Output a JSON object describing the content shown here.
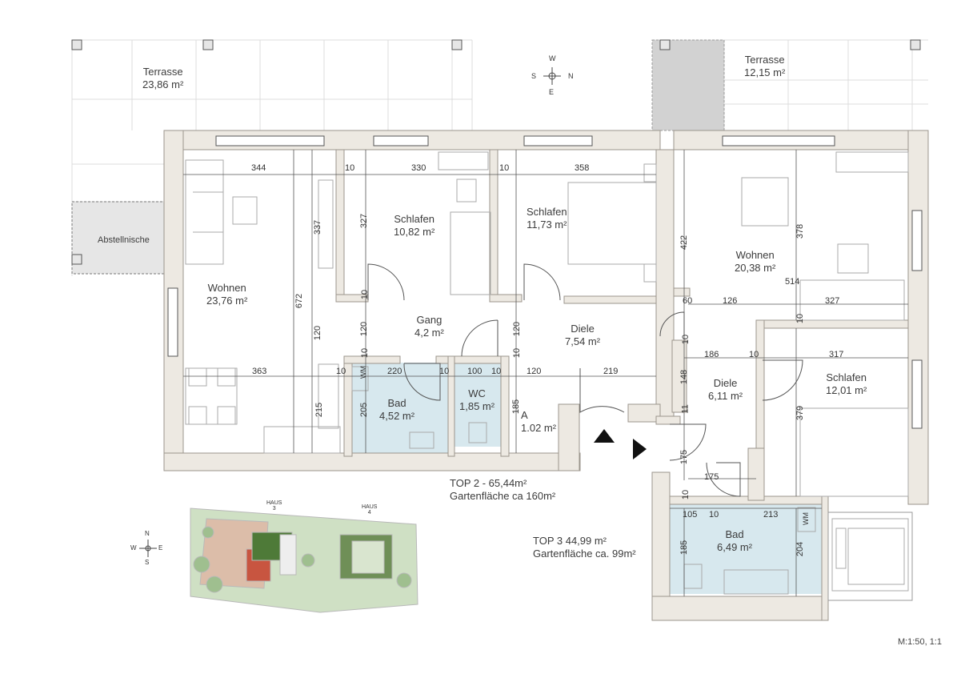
{
  "rooms": {
    "terrasse_left": {
      "name": "Terrasse",
      "area": "23,86 m²"
    },
    "terrasse_right": {
      "name": "Terrasse",
      "area": "12,15 m²"
    },
    "abstell": {
      "name": "Abstellnische"
    },
    "wohnen_left": {
      "name": "Wohnen",
      "area": "23,76 m²"
    },
    "schlafen_1": {
      "name": "Schlafen",
      "area": "10,82 m²"
    },
    "schlafen_2": {
      "name": "Schlafen",
      "area": "11,73 m²"
    },
    "wohnen_right": {
      "name": "Wohnen",
      "area": "20,38 m²"
    },
    "gang": {
      "name": "Gang",
      "area": "4,2 m²"
    },
    "diele_left": {
      "name": "Diele",
      "area": "7,54 m²"
    },
    "bad_left": {
      "name": "Bad",
      "area": "4,52 m²"
    },
    "wc": {
      "name": "WC",
      "area": "1,85 m²"
    },
    "a": {
      "name": "A",
      "area": "1.02 m²"
    },
    "diele_right": {
      "name": "Diele",
      "area": "6,11 m²"
    },
    "schlafen_right": {
      "name": "Schlafen",
      "area": "12,01 m²"
    },
    "bad_right": {
      "name": "Bad",
      "area": "6,49 m²"
    }
  },
  "dimensions": {
    "d344": "344",
    "d10a": "10",
    "d330": "330",
    "d10b": "10",
    "d358": "358",
    "d337": "337",
    "d327v": "327",
    "d672": "672",
    "d120a": "120",
    "d10c": "10",
    "d120b": "120",
    "d10d": "10",
    "d120c": "120",
    "d10e": "10",
    "d363": "363",
    "d10f": "10",
    "d220": "220",
    "d10g": "10",
    "d100": "100",
    "d10h": "10",
    "d120d": "120",
    "d219": "219",
    "d215": "215",
    "d205": "205",
    "d185a": "185",
    "d422": "422",
    "d378": "378",
    "d514": "514",
    "d60": "60",
    "d126": "126",
    "d327h": "327",
    "d10i": "10",
    "d10j": "10",
    "d186": "186",
    "d10k": "10",
    "d317": "317",
    "d148": "148",
    "d11": "11",
    "d379": "379",
    "d175v": "175",
    "d175h": "175",
    "d10l": "10",
    "d105": "105",
    "d10m": "10",
    "d213": "213",
    "d185b": "185",
    "d204": "204"
  },
  "wm_label": "WM",
  "top2": {
    "title": "TOP 2 - 65,44m²",
    "garden": "Gartenfläche ca 160m²"
  },
  "top3": {
    "title": "TOP 3  44,99 m²",
    "garden": "Gartenfläche ca. 99m²"
  },
  "site": {
    "haus3": "HAUS\n3",
    "haus4": "HAUS\n4"
  },
  "compass_main": {
    "n": "N",
    "s": "S",
    "e": "E",
    "w": "W"
  },
  "compass_site": {
    "n": "N",
    "s": "S",
    "e": "E",
    "w": "W"
  },
  "scale": "M:1:50, 1:1",
  "colors": {
    "wall": "#ede9e2",
    "bath": "#d7e8ee",
    "storage": "#e6e6e6",
    "terrace_dark": "#d2d2d2",
    "entrance": "#111111"
  }
}
